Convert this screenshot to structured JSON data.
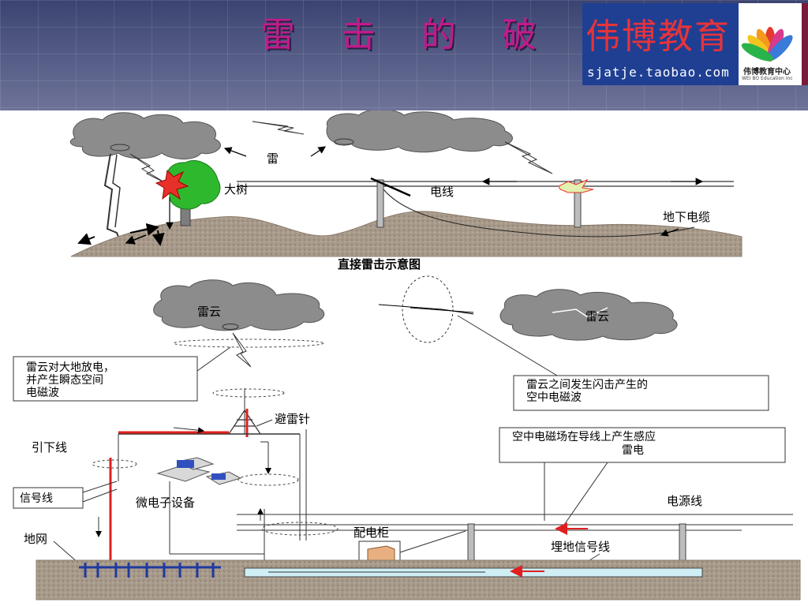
{
  "slide": {
    "title": "雷 击 的 破 坏"
  },
  "logo": {
    "name": "伟博教育",
    "url": "sjatje.taobao.com",
    "center_cn": "伟博教育中心",
    "center_en": "WEI BO Education Inc"
  },
  "direct": {
    "lightning": "雷",
    "tree": "大树",
    "power_line": "电线",
    "underground_cable": "地下电缆",
    "caption": "直接雷击示意图"
  },
  "induced": {
    "cloud_left": "雷云",
    "cloud_right": "雷云",
    "box_ground_discharge": [
      "雷云对大地放电，",
      "并产生瞬态空间",
      "电磁波"
    ],
    "box_cloud_flash": [
      "雷云之间发生闪击产生的",
      "空中电磁波"
    ],
    "box_induced": [
      "空中电磁场在导线上产生感应",
      "雷电"
    ],
    "lightning_rod": "避雷针",
    "down_conductor": "引下线",
    "signal_line": "信号线",
    "microelectronics": "微电子设备",
    "ground_grid": "地网",
    "power_cabinet": "配电柜",
    "power_line": "电源线",
    "buried_signal": "埋地信号线"
  },
  "colors": {
    "title": "#c21a8c",
    "logo_blue": "#1f3f93",
    "logo_red": "#e7333a",
    "down_conductor": "#e02020",
    "ground_grid": "#1e3aa0",
    "tree": "#2eb82e",
    "strike": "#e8302a"
  }
}
